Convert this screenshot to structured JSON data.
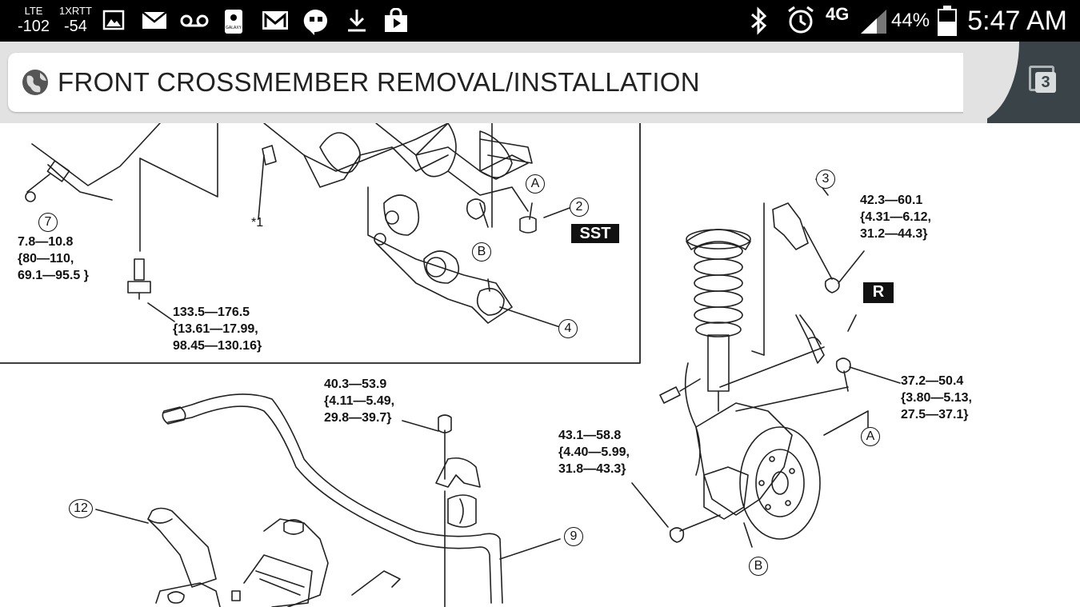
{
  "status_bar": {
    "signal1_label": "LTE",
    "signal1_value": "-102",
    "signal2_label": "1XRTT",
    "signal2_value": "-54",
    "network": "4G",
    "battery_percent": "44%",
    "time": "5:47 AM",
    "icons": [
      "image-icon",
      "email-icon",
      "voicemail-icon",
      "galaxy-icon",
      "gmail-icon",
      "hangouts-icon",
      "download-icon",
      "store-icon",
      "bluetooth-icon",
      "alarm-icon",
      "network-icon",
      "signal-icon",
      "battery-icon"
    ]
  },
  "browser": {
    "page_title": "FRONT CROSSMEMBER REMOVAL/INSTALLATION",
    "tab_count": "3"
  },
  "diagram": {
    "torque_labels": {
      "t7": "7.8—10.8\n{80—110,\n69.1—95.5 }",
      "t_bolt": "133.5—176.5\n{13.61—17.99,\n98.45—130.16}",
      "t3": "42.3—60.1\n{4.31—6.12,\n31.2—44.3}",
      "t_right": "37.2—50.4\n{3.80—5.13,\n27.5—37.1}",
      "t_mid": "40.3—53.9\n{4.11—5.49,\n29.8—39.7}",
      "t_lower": "43.1—58.8\n{4.40—5.99,\n31.8—43.3}"
    },
    "callouts": {
      "n7": "7",
      "n2": "2",
      "n3": "3",
      "n4": "4",
      "n9": "9",
      "n12": "12",
      "a1": "A",
      "b1": "B",
      "a2": "A",
      "b2": "B",
      "star": "*1"
    },
    "tags": {
      "sst": "SST",
      "r": "R"
    }
  }
}
